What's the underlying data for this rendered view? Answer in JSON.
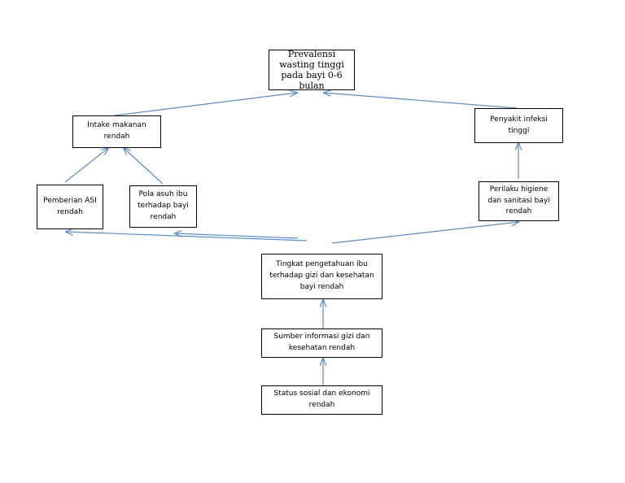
{
  "nodes": {
    "prevalensi": "Prevalensi wasting tinggi pada bayi 0-6 bulan",
    "intake": "Intake makanan rendah",
    "infeksi": "Penyakit infeksi tinggi",
    "asi": "Pemberian ASI rendah",
    "pola_asuh": "Pola asuh ibu terhadap bayi rendah",
    "higiene": "Perilaku higiene dan sanitasi  bayi rendah",
    "pengetahuan": "Tingkat pengetahuan ibu terhadap gizi dan kesehatan bayi rendah",
    "sumber_informasi": "Sumber informasi gizi dan kesehatan rendah",
    "status_sosial": "Status sosial dan ekonomi rendah"
  },
  "colors": {
    "arrow": "#5b8cc9",
    "border": "#000000"
  }
}
